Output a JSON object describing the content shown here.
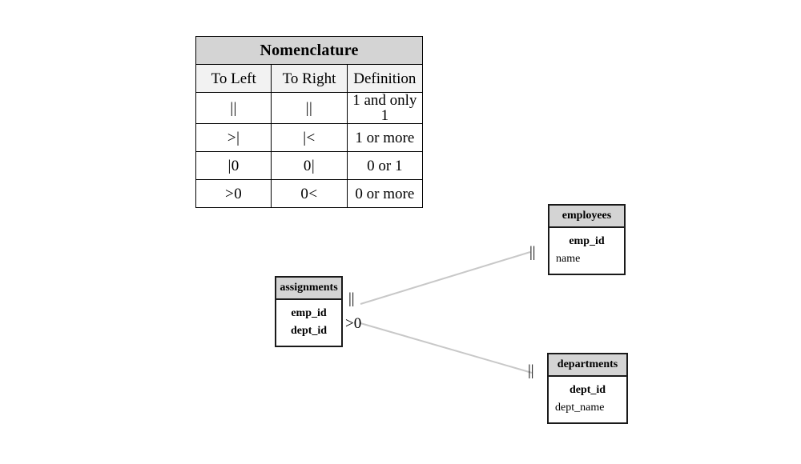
{
  "legend": {
    "title": "Nomenclature",
    "columns": [
      "To Left",
      "To Right",
      "Definition"
    ],
    "rows": [
      {
        "to_left": "||",
        "to_right": "||",
        "definition": "1 and only 1"
      },
      {
        "to_left": ">|",
        "to_right": "|<",
        "definition": "1 or more"
      },
      {
        "to_left": "|0",
        "to_right": "0|",
        "definition": "0 or 1"
      },
      {
        "to_left": ">0",
        "to_right": "0<",
        "definition": "0 or more"
      }
    ]
  },
  "entities": {
    "assignments": {
      "name": "assignments",
      "attributes": [
        {
          "label": "emp_id",
          "key": true
        },
        {
          "label": "dept_id",
          "key": true
        }
      ]
    },
    "employees": {
      "name": "employees",
      "attributes": [
        {
          "label": "emp_id",
          "key": true
        },
        {
          "label": "name",
          "key": false
        }
      ]
    },
    "departments": {
      "name": "departments",
      "attributes": [
        {
          "label": "dept_id",
          "key": true
        },
        {
          "label": "dept_name",
          "key": false
        }
      ]
    }
  },
  "relationships": [
    {
      "from": "assignments",
      "to": "employees",
      "from_cardinality": "||",
      "to_cardinality": "||"
    },
    {
      "from": "assignments",
      "to": "departments",
      "from_cardinality": ">0",
      "to_cardinality": "||"
    }
  ],
  "colors": {
    "header_fill": "#d4d4d4",
    "column_head_fill": "#f2f2f2",
    "border": "#1a1a1a",
    "connector": "#c8c8c8",
    "background": "#ffffff"
  }
}
